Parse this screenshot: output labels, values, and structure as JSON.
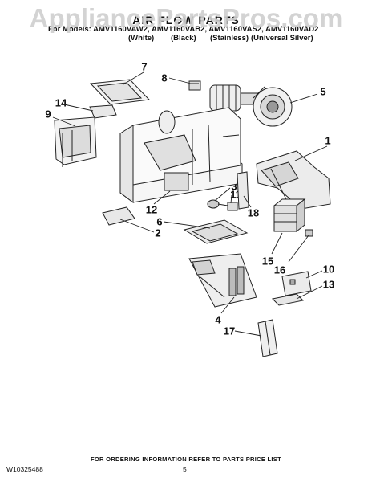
{
  "watermark": "AppliancePartsPros.com",
  "header": {
    "title": "AIR FLOW PARTS",
    "models_line": "For Models: AMV1160VAW2, AMV1160VAB2, AMV1160VAS2, AMV1160VAD2",
    "colors": [
      "(White)",
      "(Black)",
      "(Stainless)",
      "(Universal Silver)"
    ]
  },
  "callouts": [
    "7",
    "8",
    "5",
    "14",
    "9",
    "1",
    "3",
    "11",
    "12",
    "18",
    "6",
    "2",
    "15",
    "16",
    "10",
    "13",
    "4",
    "17"
  ],
  "footer": {
    "ordering_info": "FOR ORDERING INFORMATION REFER TO PARTS PRICE LIST",
    "doc_number": "W10325488",
    "page_number": "5"
  }
}
